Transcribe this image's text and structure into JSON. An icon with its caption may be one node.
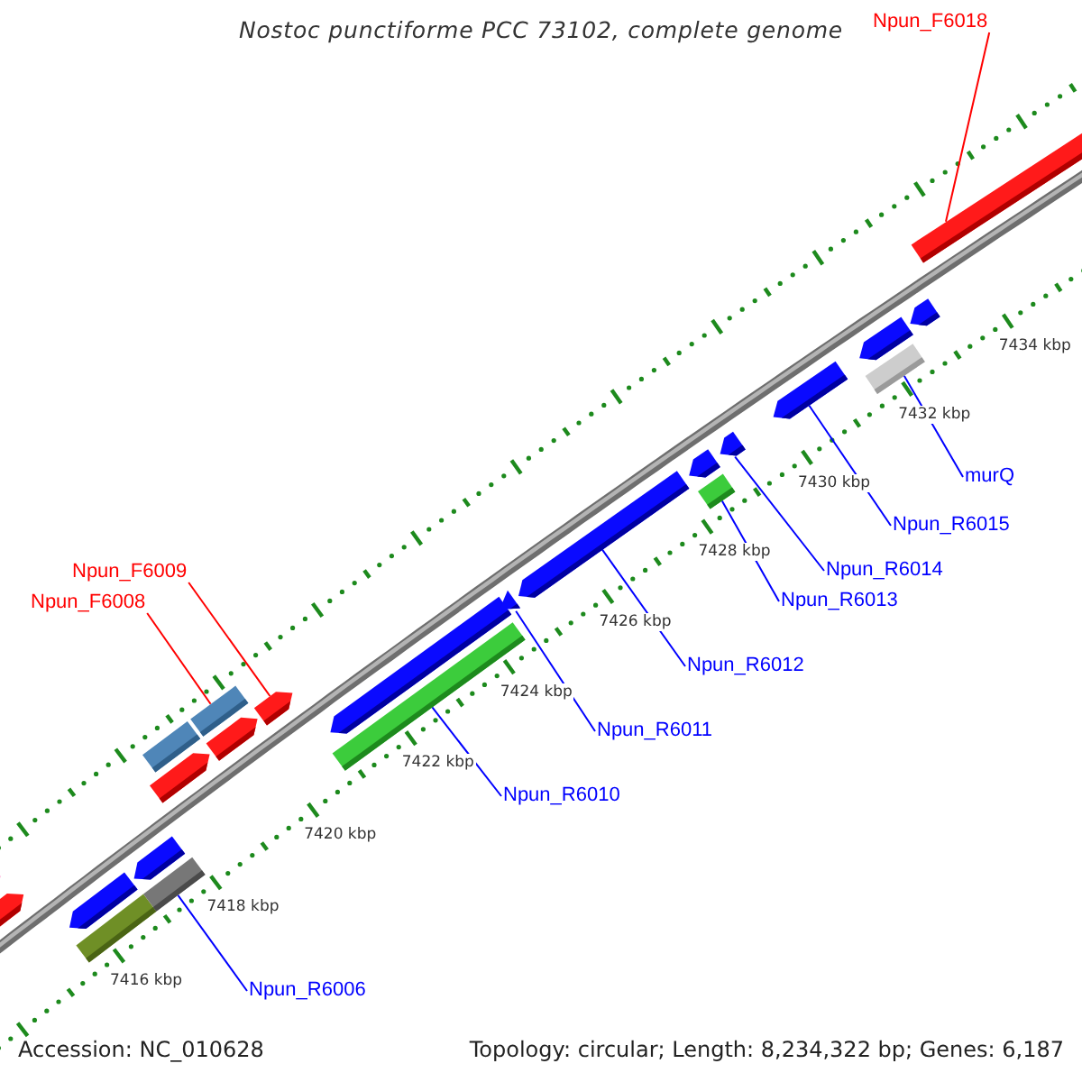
{
  "diagram": {
    "title": "Nostoc punctiforme PCC 73102, complete genome",
    "nodes": [
      {
        "text": [
          "Npun_F6018"
        ]
      },
      {
        "text": [
          "Npun_F6009"
        ]
      },
      {
        "text": [
          "Npun_F6008"
        ]
      },
      {
        "text": [
          "murQ"
        ]
      },
      {
        "text": [
          "Npun_R6015"
        ]
      },
      {
        "text": [
          "Npun_R6014"
        ]
      },
      {
        "text": [
          "Npun_R6013"
        ]
      },
      {
        "text": [
          "Npun_R6012"
        ]
      },
      {
        "text": [
          "Npun_R6011"
        ]
      },
      {
        "text": [
          "Npun_R6010"
        ]
      },
      {
        "text": [
          "Npun_R6006"
        ]
      },
      {
        "text": [],
        "shape": "pentagon"
      },
      {
        "text": [],
        "shape": "pentagon"
      },
      {
        "text": [],
        "shape": "bar"
      },
      {
        "text": [],
        "shape": "pentagon"
      },
      {
        "text": [],
        "shape": "bar"
      },
      {
        "text": [],
        "shape": "pentagon"
      },
      {
        "text": [],
        "shape": "pentagon"
      },
      {
        "text": [],
        "shape": "bar"
      },
      {
        "text": [],
        "shape": "pentagon"
      },
      {
        "text": [],
        "shape": "bar"
      },
      {
        "text": [],
        "shape": "pentagon"
      },
      {
        "text": [],
        "shape": "bar"
      },
      {
        "text": [],
        "shape": "pentagon"
      },
      {
        "text": [],
        "shape": "triangle"
      },
      {
        "text": [],
        "shape": "pentagon"
      },
      {
        "text": [],
        "shape": "bar"
      },
      {
        "text": [],
        "shape": "pentagon"
      },
      {
        "text": [],
        "shape": "pentagon"
      },
      {
        "text": [],
        "shape": "pentagon"
      },
      {
        "text": [],
        "shape": "bar"
      },
      {
        "text": [],
        "shape": "pentagon"
      },
      {
        "text": [],
        "shape": "pentagon"
      },
      {
        "text": [],
        "shape": "bar"
      }
    ],
    "edges": [
      {
        "from": 0,
        "to": 33,
        "arrow": "none",
        "color": "#ff0000"
      },
      {
        "from": 1,
        "to": 21,
        "arrow": "none",
        "color": "#ff0000"
      },
      {
        "from": 2,
        "to": 20,
        "arrow": "none",
        "color": "#ff0000"
      },
      {
        "from": 3,
        "to": 30,
        "arrow": "none"
      },
      {
        "from": 4,
        "to": 29,
        "arrow": "none"
      },
      {
        "from": 5,
        "to": 28,
        "arrow": "none"
      },
      {
        "from": 6,
        "to": 26,
        "arrow": "none"
      },
      {
        "from": 7,
        "to": 25,
        "arrow": "none"
      },
      {
        "from": 8,
        "to": 24,
        "arrow": "none"
      },
      {
        "from": 9,
        "to": 22,
        "arrow": "none"
      },
      {
        "from": 10,
        "to": 15,
        "arrow": "none"
      }
    ],
    "labels": [
      "7434 kbp",
      "7432 kbp",
      "7430 kbp",
      "7428 kbp",
      "7426 kbp",
      "7424 kbp",
      "7422 kbp",
      "7420 kbp",
      "7418 kbp",
      "7416 kbp",
      "Accession: NC_010628",
      "Topology: circular; Length: 8,234,322 bp; Genes: 6,187"
    ]
  }
}
